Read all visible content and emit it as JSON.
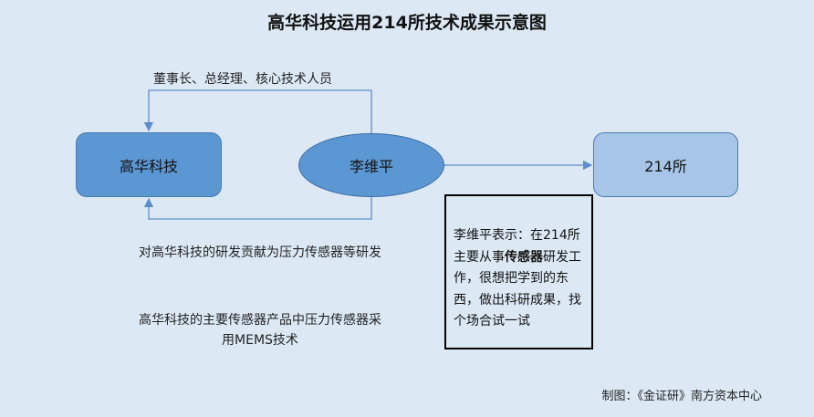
{
  "title": "高华科技运用214所技术成果示意图",
  "nodes": {
    "gaohua": "高华科技",
    "liweiping": "李维平",
    "suo214": "214所"
  },
  "edge_labels": {
    "top": "董事长、总经理、核心技术人员"
  },
  "notes": {
    "contribution": "对高华科技的研发贡献为压力传感器等研发",
    "products": "高华科技的主要传感器产品中压力传感器采用MEMS技术"
  },
  "quote": {
    "before": "李维平表示：在214所主要从事",
    "bold": "传感器",
    "after": "研发工作，很想把学到的东西，做出科研成果，找个场合试一试"
  },
  "credit": "制图：《金证研》南方资本中心",
  "colors": {
    "background": "#dce9f5",
    "node_dark": "#5b97d3",
    "node_light": "#a7c6e7",
    "connector": "#5b8fcc"
  }
}
